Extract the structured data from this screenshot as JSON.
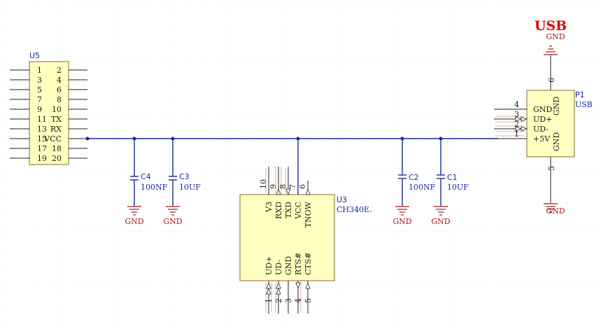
{
  "colors": {
    "wire": "#1a2a9c",
    "power": "#a01818",
    "title": "#e00000",
    "part_fill": "#ffffc0",
    "part_border": "#8a6a30"
  },
  "title": "USB",
  "header_u5": {
    "designator": "U5",
    "left_pins": [
      "1",
      "3",
      "5",
      "7",
      "9",
      "11",
      "13",
      "15",
      "17",
      "19"
    ],
    "right_labels": [
      "2",
      "4",
      "6",
      "8",
      "10",
      "TX",
      "RX",
      "VCC",
      "18",
      "20"
    ]
  },
  "caps": [
    {
      "designator": "C4",
      "value": "100NF"
    },
    {
      "designator": "C3",
      "value": "10UF"
    },
    {
      "designator": "C2",
      "value": "100NF"
    },
    {
      "designator": "C1",
      "value": "10UF"
    }
  ],
  "u3": {
    "designator": "U3",
    "part": "CH340E.",
    "top_pins": [
      {
        "num": "10",
        "name": "V3"
      },
      {
        "num": "9",
        "name": "RXD"
      },
      {
        "num": "8",
        "name": "TXD"
      },
      {
        "num": "7",
        "name": "VCC"
      },
      {
        "num": "6",
        "name": "TNOW"
      }
    ],
    "bottom_pins": [
      {
        "num": "1",
        "name": "UD+"
      },
      {
        "num": "2",
        "name": "UD-"
      },
      {
        "num": "3",
        "name": "GND"
      },
      {
        "num": "4",
        "name": "RTS#"
      },
      {
        "num": "5",
        "name": "CTS#"
      }
    ]
  },
  "p1": {
    "designator": "P1",
    "comment": "USB",
    "pins": [
      {
        "num": "4",
        "name": "GND"
      },
      {
        "num": "3",
        "name": "UD+"
      },
      {
        "num": "2",
        "name": "UD-"
      },
      {
        "num": "1",
        "name": "+5V"
      }
    ],
    "shield_top": {
      "num": "6",
      "name": "GND"
    },
    "shield_bottom": {
      "num": "5",
      "name": "GND"
    }
  },
  "gnd_label": "GND"
}
